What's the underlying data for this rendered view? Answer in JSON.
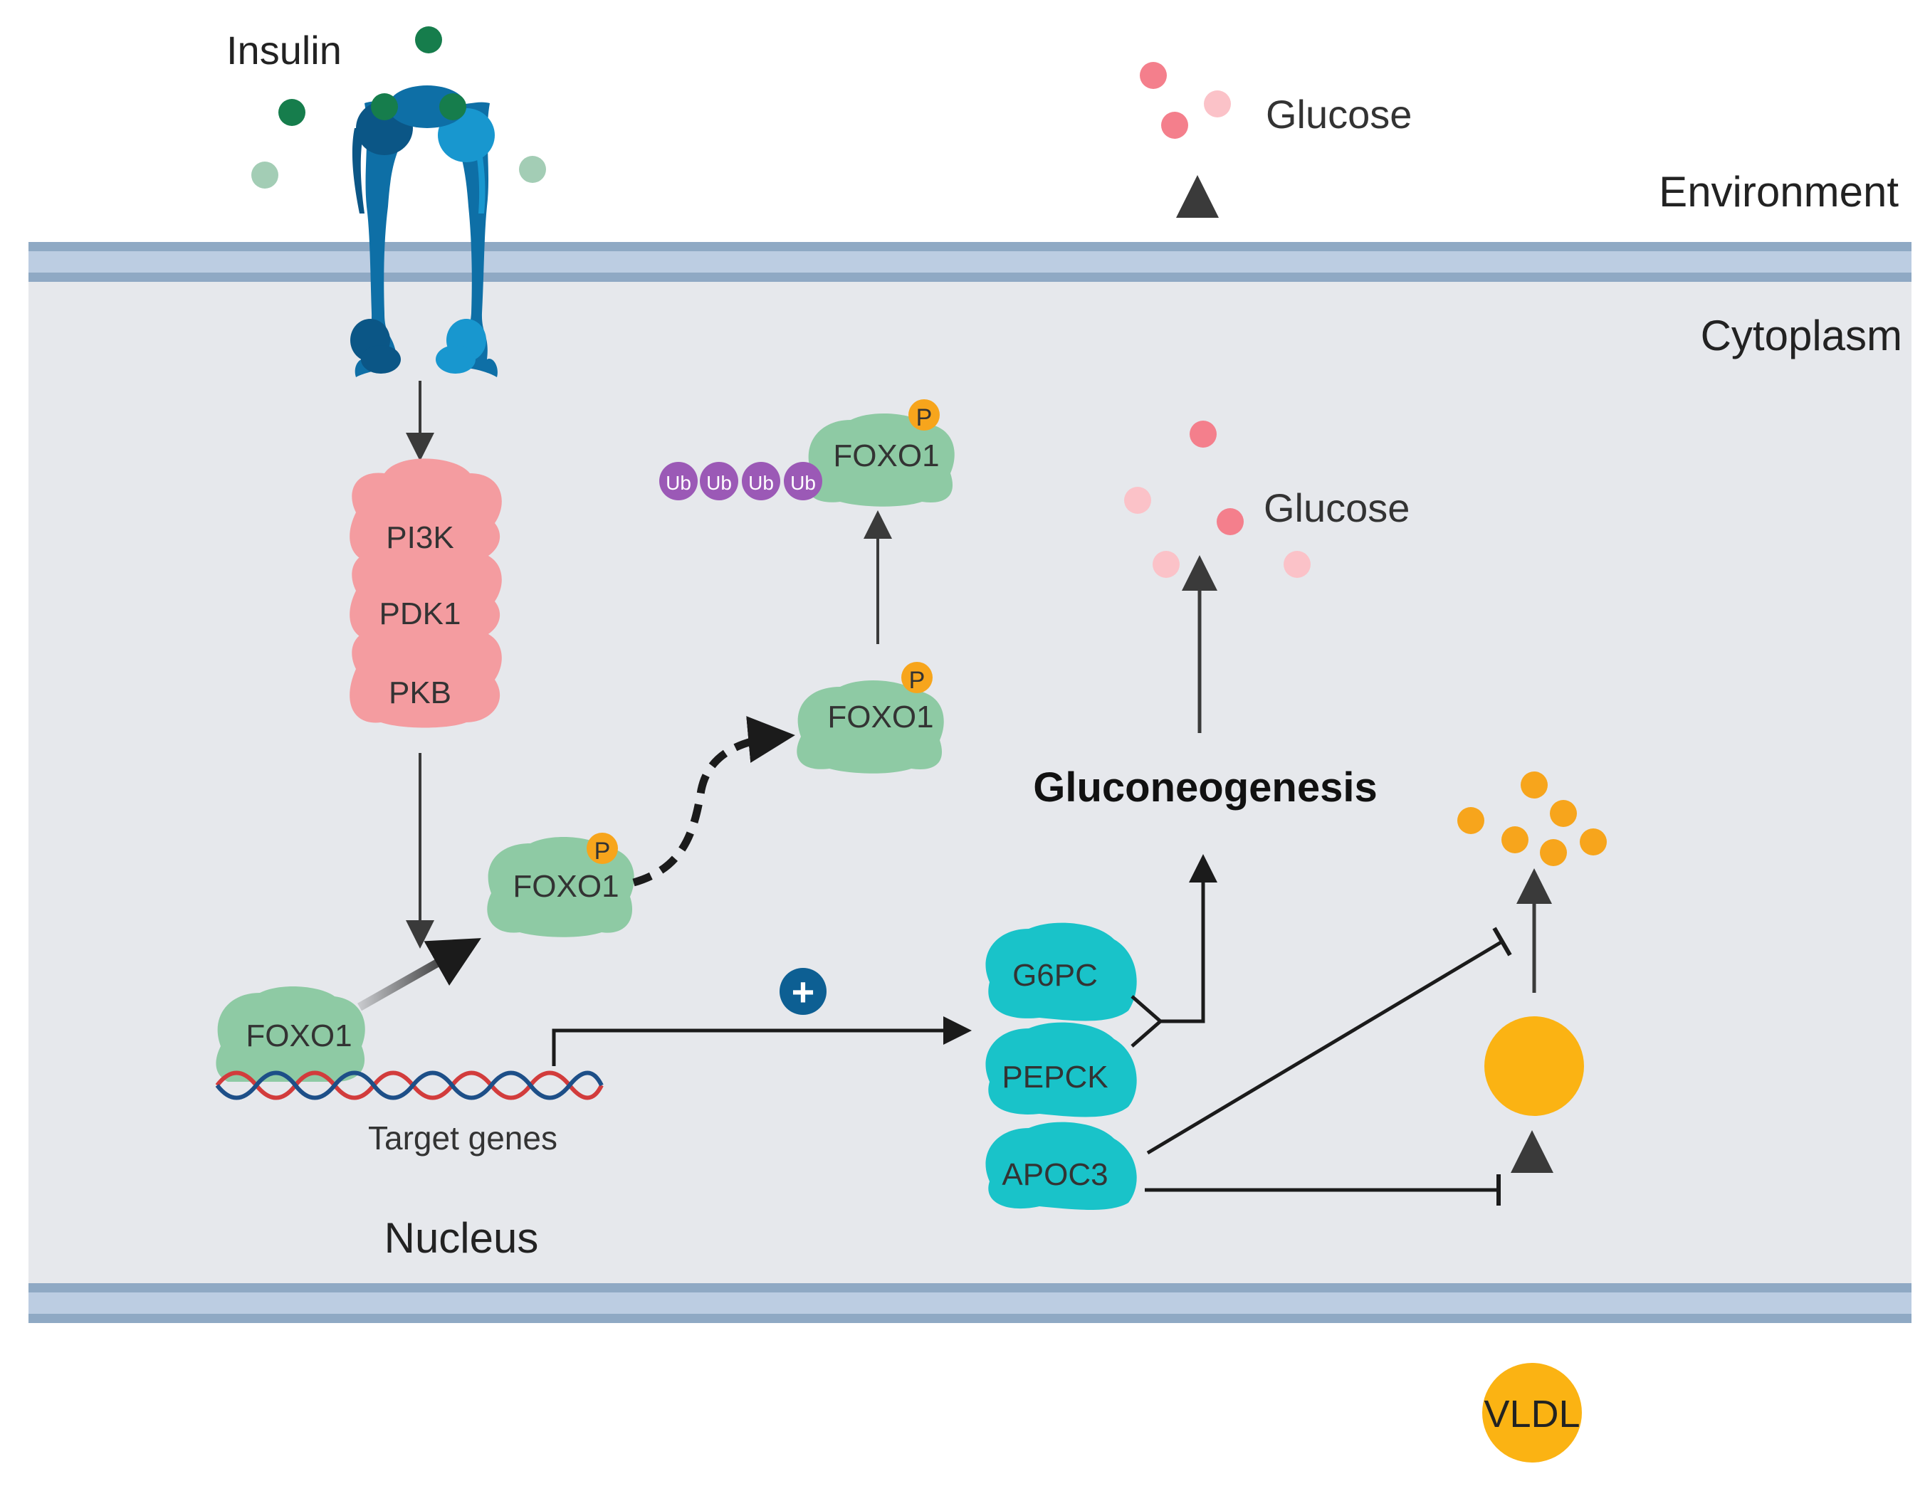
{
  "regions": {
    "environment": "Environment",
    "cytoplasm": "Cytoplasm",
    "nucleus": "Nucleus"
  },
  "labels": {
    "insulin": "Insulin",
    "glucose_top": "Glucose",
    "glucose_mid": "Glucose",
    "gluconeogenesis": "Gluconeogenesis",
    "target_genes": "Target genes",
    "vldl": "VLDL"
  },
  "kinases": [
    "PI3K",
    "PDK1",
    "PKB"
  ],
  "foxo": {
    "nuclear": "FOXO1",
    "phospho_1": "FOXO1",
    "phospho_2": "FOXO1",
    "ubiquitinated": "FOXO1",
    "phospho_tag": "P"
  },
  "ubiquitin_chain": [
    "Ub",
    "Ub",
    "Ub",
    "Ub"
  ],
  "target_products": [
    "G6PC",
    "PEPCK",
    "APOC3"
  ],
  "activation_symbol": "+",
  "colors": {
    "membrane": "#8fa9c4",
    "cytoplasm": "#e6e8ec",
    "kinase": "#f49ca0",
    "foxo": "#8ecaa4",
    "phospho": "#f7a51c",
    "ubiquitin": "#9b59b6",
    "target_protein": "#19c3c9",
    "glucose": "#f47f8c",
    "insulin": "#167d4c",
    "receptor": "#0d5f93",
    "lipid": "#f7a51c",
    "vldl": "#fbb313",
    "activation": "#0d5f93"
  }
}
